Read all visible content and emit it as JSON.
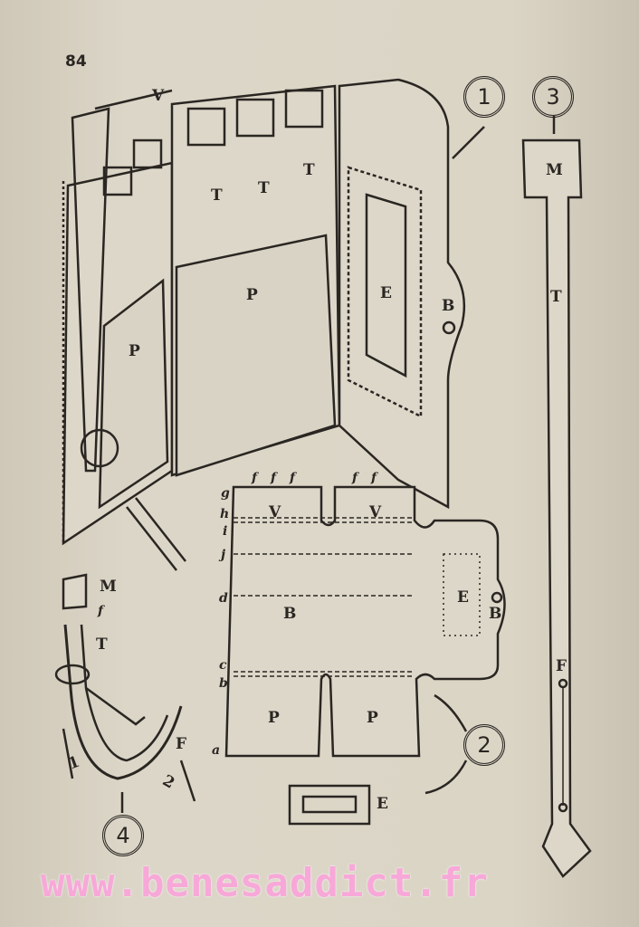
{
  "page_number": "84",
  "figure_numbers": [
    "1",
    "2",
    "3",
    "4"
  ],
  "figure1": {
    "labels": [
      "V",
      "T",
      "T",
      "T",
      "P",
      "P",
      "E",
      "B"
    ]
  },
  "figure2": {
    "stitch_labels": [
      "f",
      "f",
      "f",
      "f",
      "f"
    ],
    "line_labels": [
      "g",
      "h",
      "i",
      "j",
      "d",
      "c",
      "b",
      "a"
    ],
    "part_labels": [
      "V",
      "V",
      "B",
      "E",
      "B",
      "P",
      "P"
    ],
    "buckle_label": "E"
  },
  "figure3": {
    "labels": [
      "M",
      "T",
      "F"
    ]
  },
  "figure4": {
    "labels": [
      "M",
      "f",
      "T",
      "F"
    ],
    "arrow_labels": [
      "1",
      "2"
    ]
  },
  "watermark": "www.benesaddict.fr"
}
